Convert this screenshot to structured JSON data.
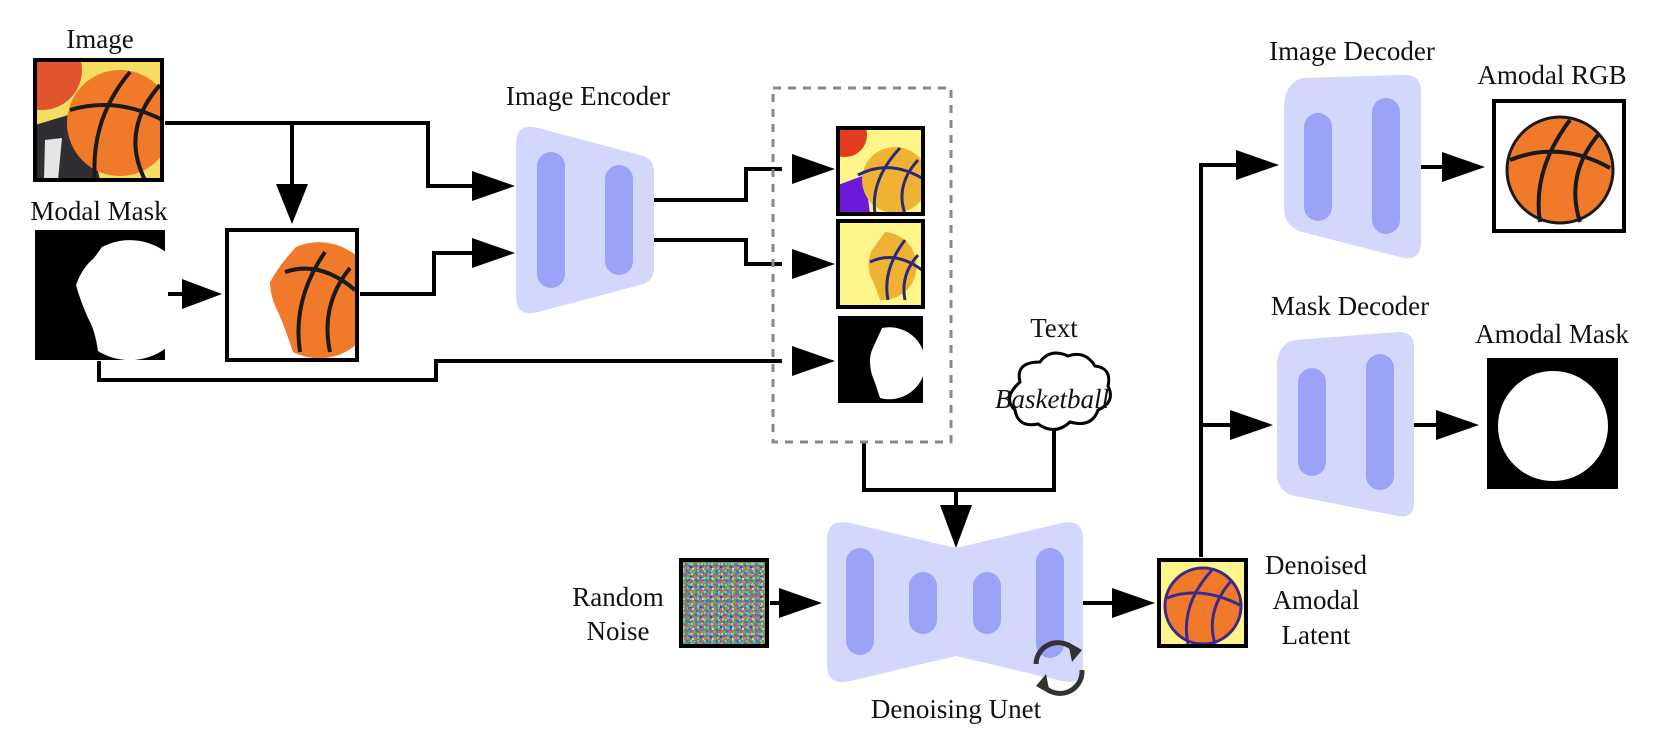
{
  "labels": {
    "image": "Image",
    "modal_mask": "Modal Mask",
    "image_encoder": "Image Encoder",
    "text": "Text",
    "basketball": "Basketball",
    "random_noise_1": "Random",
    "random_noise_2": "Noise",
    "denoising_unet": "Denoising Unet",
    "denoised_1": "Denoised",
    "denoised_2": "Amodal",
    "denoised_3": "Latent",
    "image_decoder": "Image Decoder",
    "amodal_rgb": "Amodal RGB",
    "mask_decoder": "Mask Decoder",
    "amodal_mask": "Amodal Mask"
  },
  "colors": {
    "module_fill": "#d3d7fb",
    "module_bar": "#9ba3f6",
    "basketball_orange": "#f07a2a",
    "latent_yellow": "#fdf58a",
    "seam": "#1a1a1a"
  },
  "icons": [
    "cloud-icon",
    "refresh-icon"
  ]
}
